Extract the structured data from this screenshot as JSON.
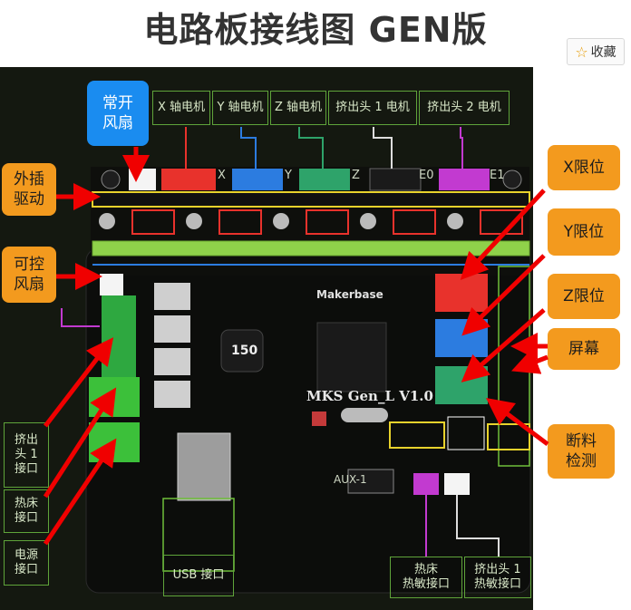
{
  "title": "电路板接线图 GEN版",
  "favorite": {
    "icon": "star-icon",
    "label": "收藏"
  },
  "top_labels": {
    "fan_always": "常开\n风扇",
    "x_motor": "X 轴电机",
    "y_motor": "Y 轴电机",
    "z_motor": "Z 轴电机",
    "e1_motor": "挤出头 1 电机",
    "e2_motor": "挤出头 2 电机"
  },
  "left_labels": {
    "driver": "外插\n驱动",
    "fan_ctrl": "可控\n风扇"
  },
  "right_labels": {
    "x_limit": "X限位",
    "y_limit": "Y限位",
    "z_limit": "Z限位",
    "screen": "屏幕",
    "filament": "断料\n检测"
  },
  "bottom_left_labels": {
    "extruder1": "挤出\n头 1\n接口",
    "hotbed": "热床\n接口",
    "power": "电源\n接口"
  },
  "bottom_labels": {
    "usb": "USB 接口",
    "bed_thermistor": "热床\n热敏接口",
    "e1_thermistor": "挤出头 1\n热敏接口"
  },
  "board_text": {
    "brand": "Makerbase",
    "model": "MKS Gen_L V1.0",
    "aux": "AUX-1",
    "inductor": "150",
    "axis_x": "X",
    "axis_y": "Y",
    "axis_z": "Z",
    "axis_e0": "E0",
    "axis_e1": "E1"
  },
  "colors": {
    "orange": "#f39a1e",
    "blue": "#1a8cf0",
    "red_arrow": "#f00000",
    "green_line": "#5fa43a"
  }
}
